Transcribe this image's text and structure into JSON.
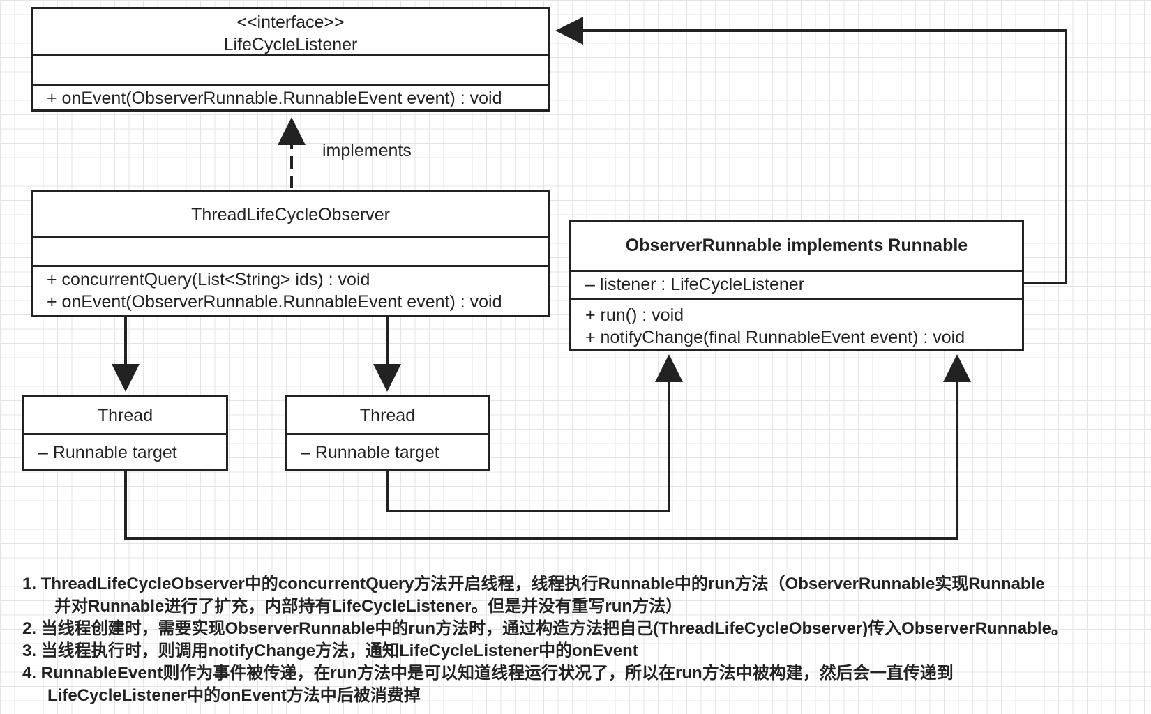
{
  "diagram": {
    "lifecycle_listener": {
      "stereotype": "<<interface>>",
      "name": "LifeCycleListener",
      "methods": [
        "+ onEvent(ObserverRunnable.RunnableEvent event) : void"
      ]
    },
    "implements_label": "implements",
    "thread_lifecycle_observer": {
      "name": "ThreadLifeCycleObserver",
      "methods": [
        "+ concurrentQuery(List<String> ids) : void",
        "+ onEvent(ObserverRunnable.RunnableEvent event) : void"
      ]
    },
    "observer_runnable": {
      "name": "ObserverRunnable implements Runnable",
      "fields": [
        "– listener : LifeCycleListener"
      ],
      "methods": [
        "+ run() : void",
        "+ notifyChange(final RunnableEvent event) : void"
      ]
    },
    "thread_1": {
      "name": "Thread",
      "field": "– Runnable target"
    },
    "thread_2": {
      "name": "Thread",
      "field": "– Runnable target"
    }
  },
  "notes": {
    "note1_line1": "1. ThreadLifeCycleObserver中的concurrentQuery方法开启线程，线程执行Runnable中的run方法（ObserverRunnable实现Runnable",
    "note1_line2": "并对Runnable进行了扩充，内部持有LifeCycleListener。但是并没有重写run方法）",
    "note2": "2. 当线程创建时，需要实现ObserverRunnable中的run方法时，通过构造方法把自己(ThreadLifeCycleObserver)传入ObserverRunnable。",
    "note3": "3. 当线程执行时，则调用notifyChange方法，通知LifeCycleListener中的onEvent",
    "note4_line1": "4. RunnableEvent则作为事件被传递，在run方法中是可以知道线程运行状况了，所以在run方法中被构建，然后会一直传递到",
    "note4_line2": "LifeCycleListener中的onEvent方法中后被消费掉"
  }
}
